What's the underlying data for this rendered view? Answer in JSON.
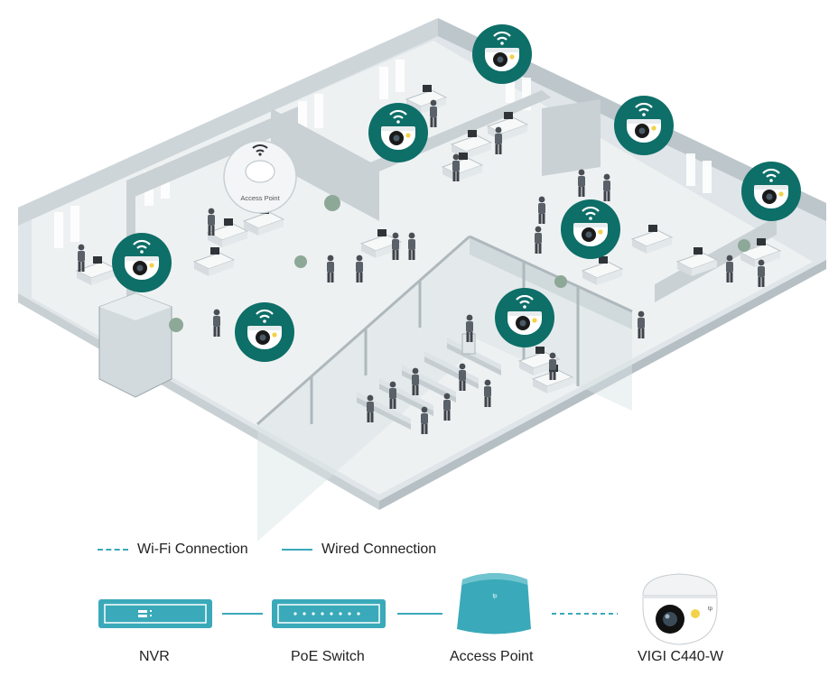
{
  "scene": {
    "ap_label": "Access Point"
  },
  "legend": {
    "wifi": "Wi-Fi Connection",
    "wired": "Wired Connection"
  },
  "devices": {
    "nvr": "NVR",
    "switch": "PoE Switch",
    "ap": "Access Point",
    "camera": "VIGI C440-W"
  },
  "colors": {
    "accent": "#3aa9b9",
    "camera_bubble": "#0e6e68",
    "floor": "#eef1f2",
    "wall": "#cfd6d9"
  }
}
